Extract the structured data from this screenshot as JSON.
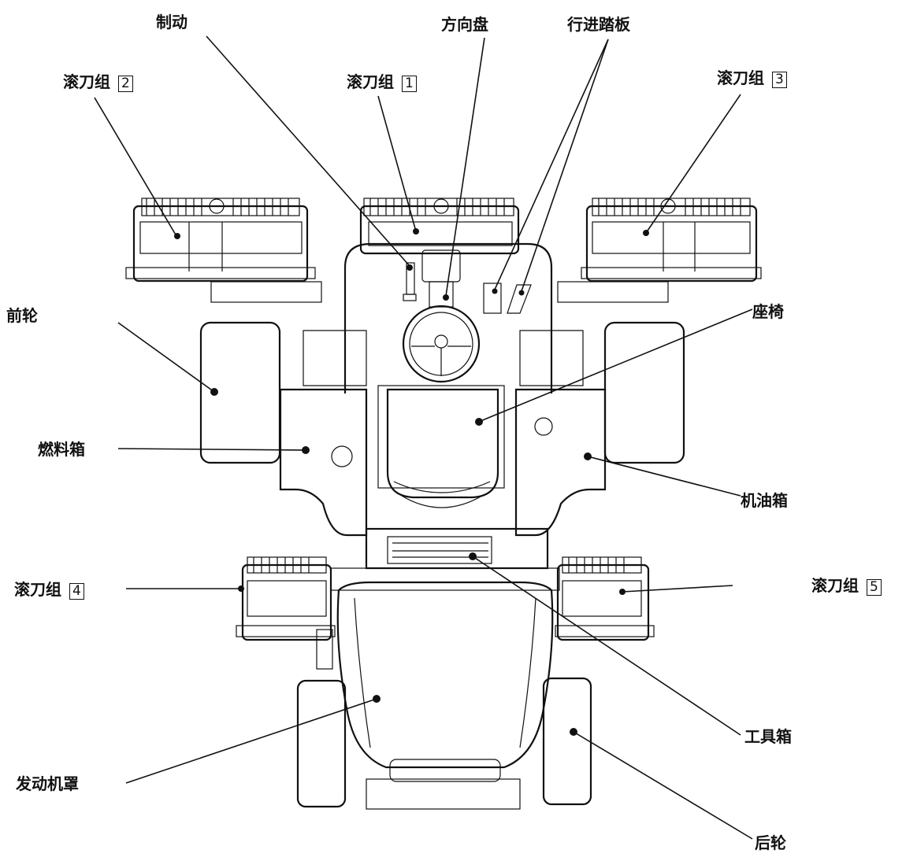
{
  "labels": {
    "brake": "制动",
    "steering_wheel": "方向盘",
    "travel_pedal": "行进踏板",
    "reel_unit": "滚刀组",
    "reel_1": "1",
    "reel_2": "2",
    "reel_3": "3",
    "reel_4": "4",
    "reel_5": "5",
    "front_wheel": "前轮",
    "seat": "座椅",
    "fuel_tank": "燃料箱",
    "oil_tank": "机油箱",
    "tool_box": "工具箱",
    "engine_hood": "发动机罩",
    "rear_wheel": "后轮"
  }
}
